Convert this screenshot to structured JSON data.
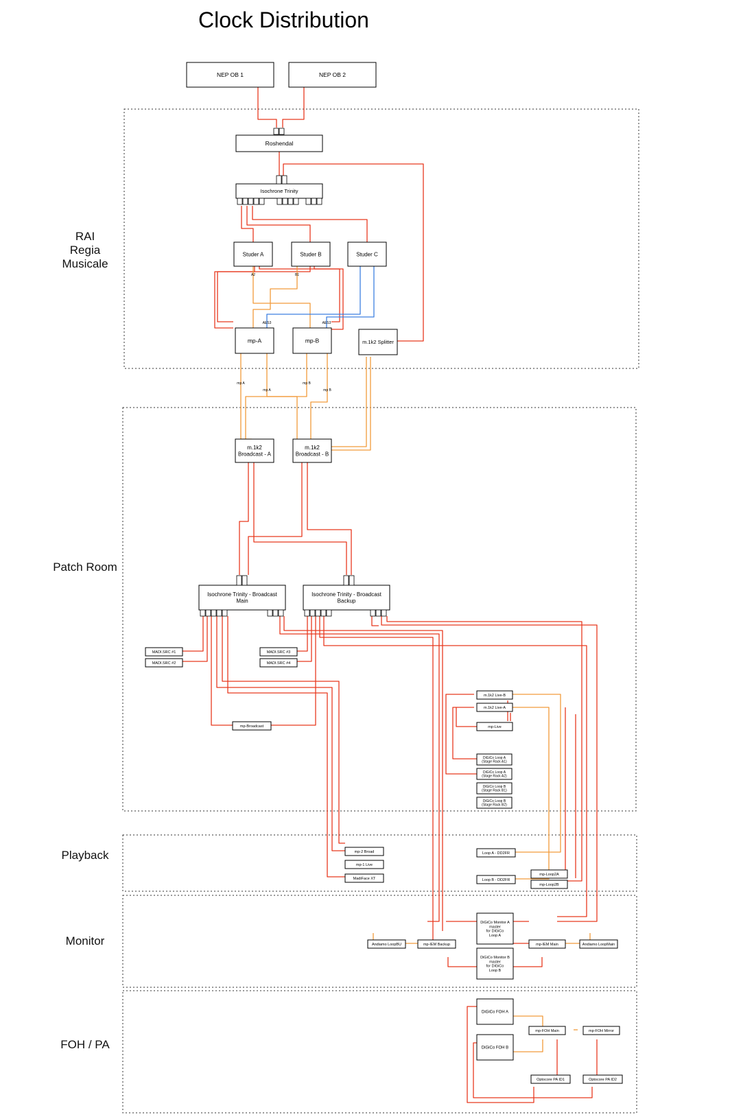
{
  "title": "Clock Distribution",
  "colors": {
    "red": "#e8391f",
    "orange": "#f29a3a",
    "blue": "#3d7fe0",
    "box": "#000000",
    "zone_border": "#333333"
  },
  "zones": [
    {
      "key": "rai",
      "lines": [
        "RAI",
        "Regia",
        "Musicale"
      ]
    },
    {
      "key": "patch",
      "lines": [
        "Patch Room"
      ]
    },
    {
      "key": "playback",
      "lines": [
        "Playback"
      ]
    },
    {
      "key": "monitor",
      "lines": [
        "Monitor"
      ]
    },
    {
      "key": "foh",
      "lines": [
        "FOH / PA"
      ]
    }
  ],
  "devices": {
    "nep1": [
      "NEP OB 1"
    ],
    "nep2": [
      "NEP OB 2"
    ],
    "roshendal": [
      "Roshendal"
    ],
    "iso": [
      "Isochrone Trinity"
    ],
    "studerA": [
      "Studer A"
    ],
    "studerB": [
      "Studer B"
    ],
    "studerC": [
      "Studer C"
    ],
    "mpA": [
      "mp-A"
    ],
    "mpB": [
      "mp-B"
    ],
    "splitter": [
      "m.1k2 Splitter"
    ],
    "bcA": [
      "m.1k2",
      "Broadcast - A"
    ],
    "bcB": [
      "m.1k2",
      "Broadcast - B"
    ],
    "isoMain": [
      "Isochrone Trinity - Broadcast",
      "Main"
    ],
    "isoBackup": [
      "Isochrone Trinity - Broadcast",
      "Backup"
    ],
    "madi1": [
      "MADI.SRC #1"
    ],
    "madi2": [
      "MADI.SRC #2"
    ],
    "madi3": [
      "MADI.SRC #3"
    ],
    "madi4": [
      "MADI.SRC #4"
    ],
    "mpBroadcast": [
      "mp-Broadcast"
    ],
    "liveB": [
      "m.1k2 Live-B"
    ],
    "liveA": [
      "m.1k2 Live-A"
    ],
    "mpLive": [
      "mp-Live"
    ],
    "loopA1": [
      "DiGiCo Loop A",
      "(Stage Rack A1)"
    ],
    "loopA2": [
      "DiGiCo Loop A",
      "(Stage Rack A2)"
    ],
    "loopB1": [
      "DiGiCo Loop B",
      "(Stage Rack B1)"
    ],
    "loopB2": [
      "DiGiCo Loop B",
      "(Stage Rack B2)"
    ],
    "mp2Broad": [
      "mp-2 Broad"
    ],
    "mp1Live": [
      "mp-1 Live"
    ],
    "madiface": [
      "MadiFace XT"
    ],
    "loopADD": [
      "Loop A - DD2FR"
    ],
    "loopBDD": [
      "Loop B - DD2FR"
    ],
    "mpLoop2A": [
      "mp-Loop2A"
    ],
    "mpLoop2B": [
      "mp-Loop2B"
    ],
    "andLoopBU": [
      "Andiamo LoopBU"
    ],
    "mpIemBackup": [
      "mp-IEM Backup"
    ],
    "monA": [
      "DiGiCo Monitor A",
      "master",
      "for DiGiCo",
      "Loop A"
    ],
    "monB": [
      "DiGiCo Monitor B",
      "master",
      "for DiGiCo",
      "Loop B"
    ],
    "mpIemMain": [
      "mp-IEM Main"
    ],
    "andLoopMain": [
      "Andiamo LoopMain"
    ],
    "fohA": [
      "DiGiCo FOH A"
    ],
    "fohB": [
      "DiGiCo FOH B"
    ],
    "mpFohMain": [
      "mp-FOH Main"
    ],
    "mpFohMirror": [
      "mp-FOH Mirror"
    ],
    "opto1": [
      "Optocore PA ID1"
    ],
    "opto2": [
      "Optocore PA ID2"
    ]
  },
  "link_labels": {
    "a2": "A2",
    "b1": "B1",
    "aes3a": "AES3",
    "aes3b": "AES3",
    "mpA1": "mp A",
    "mpA2": "mp A",
    "mpB1": "mp B",
    "mpB2": "mp B"
  }
}
